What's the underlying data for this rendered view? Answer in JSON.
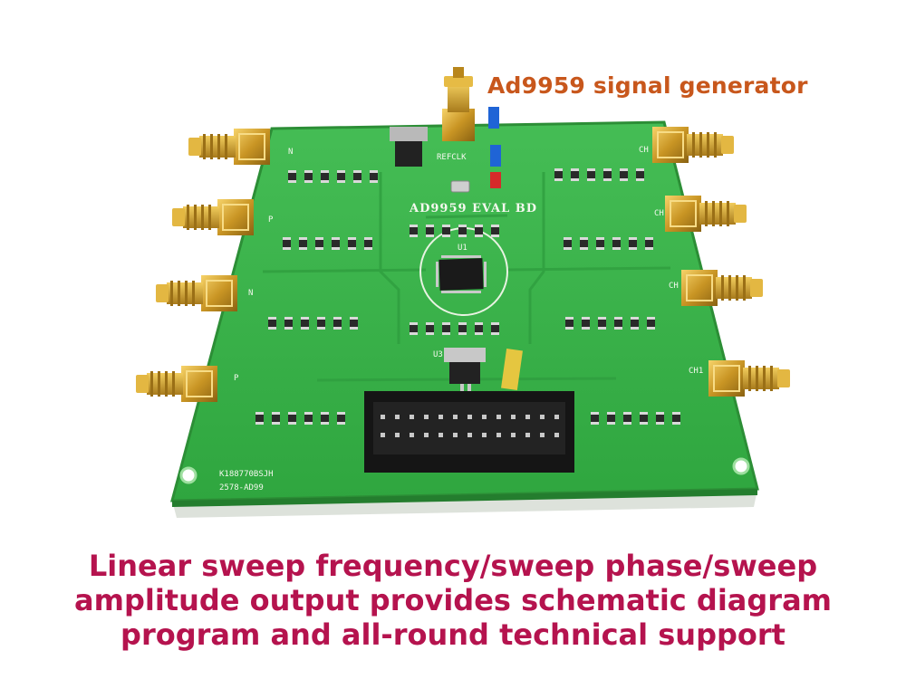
{
  "headline": {
    "text": "Ad9959 signal generator",
    "color": "#c8571c"
  },
  "caption": {
    "lines": [
      "Linear sweep frequency/sweep phase/sweep",
      "amplitude output provides schematic diagram",
      "program and all-round technical support"
    ],
    "color": "#b5134e"
  },
  "board": {
    "title": "AD9959 EVAL BD",
    "refclk_label": "REFCLK",
    "chip_label": "U1",
    "regulator_label": "U3",
    "serial_text": "K188770BSJH",
    "model_text": "2578-AD99",
    "left_port_labels": [
      "N",
      "P",
      "N",
      "P"
    ],
    "right_port_labels": [
      "CH",
      "CH",
      "CH",
      "CH1"
    ],
    "pcb_color": "#39b54a",
    "sma_color": "#d4a530"
  }
}
